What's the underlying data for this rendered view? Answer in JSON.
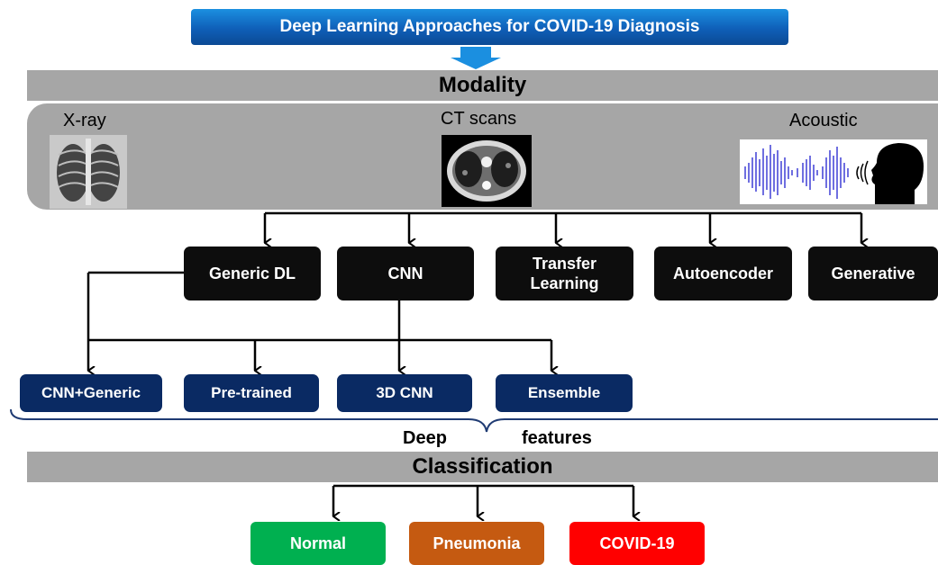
{
  "title": "Deep Learning Approaches for COVID-19 Diagnosis",
  "modality": {
    "label": "Modality",
    "items": [
      {
        "label": "X-ray",
        "icon": "chest-xray-image"
      },
      {
        "label": "CT scans",
        "icon": "ct-scan-image"
      },
      {
        "label": "Acoustic",
        "icon": "sound-wave-speaker-image"
      }
    ]
  },
  "approaches": [
    "Generic DL",
    "CNN",
    "Transfer Learning",
    "Autoencoder",
    "Generative"
  ],
  "cnn_variants": [
    "CNN+Generic",
    "Pre-trained",
    "3D CNN",
    "Ensemble"
  ],
  "features": {
    "word1": "Deep",
    "word2": "features"
  },
  "classification": {
    "label": "Classification",
    "outputs": [
      {
        "label": "Normal",
        "color": "#00b050"
      },
      {
        "label": "Pneumonia",
        "color": "#c55a11"
      },
      {
        "label": "COVID-19",
        "color": "#ff0000"
      }
    ]
  }
}
